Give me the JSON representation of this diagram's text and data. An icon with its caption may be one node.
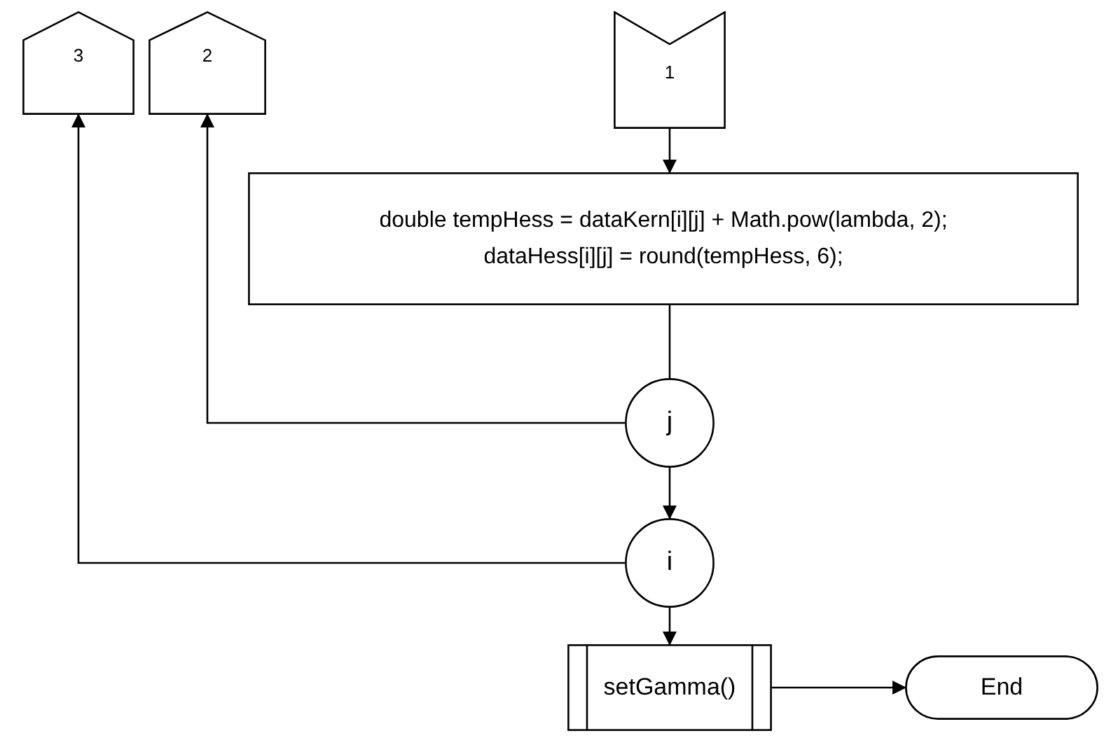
{
  "diagram": {
    "nodes": [
      {
        "text": [
          "1"
        ]
      },
      {
        "text": [
          "2"
        ]
      },
      {
        "text": [
          "3"
        ]
      },
      {
        "text": [
          "double tempHess = dataKern[i][j] + Math.pow(lambda, 2);",
          "dataHess[i][j] = round(tempHess, 6);"
        ]
      },
      {
        "text": [
          "j"
        ]
      },
      {
        "text": [
          "i"
        ]
      },
      {
        "text": [
          "setGamma()"
        ]
      },
      {
        "text": [
          "End"
        ]
      }
    ],
    "edges": [
      {
        "from": 0,
        "to": 3,
        "arrow": "to"
      },
      {
        "from": 3,
        "to": 4,
        "arrow": "none"
      },
      {
        "from": 4,
        "to": 1,
        "arrow": "to"
      },
      {
        "from": 4,
        "to": 5,
        "arrow": "to"
      },
      {
        "from": 5,
        "to": 2,
        "arrow": "to"
      },
      {
        "from": 5,
        "to": 6,
        "arrow": "to"
      },
      {
        "from": 6,
        "to": 7,
        "arrow": "to"
      }
    ]
  }
}
